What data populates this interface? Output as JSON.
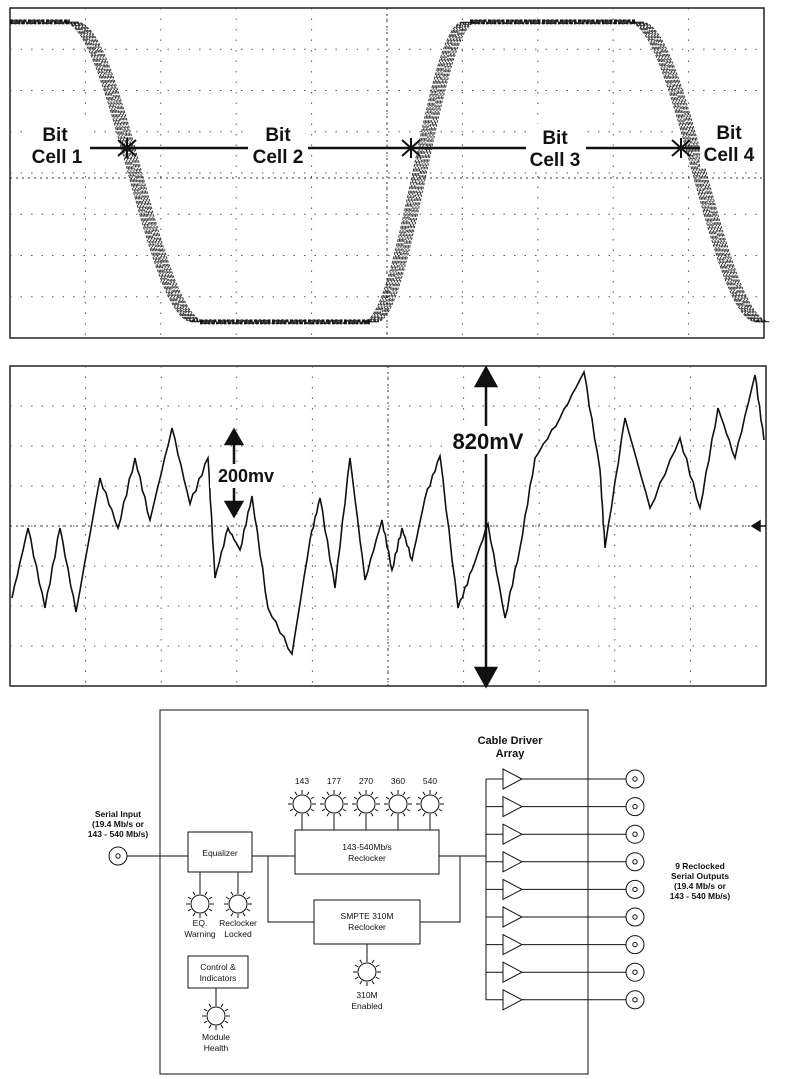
{
  "scope_top": {
    "labels": [
      {
        "line1": "Bit",
        "line2": "Cell 1"
      },
      {
        "line1": "Bit",
        "line2": "Cell 2"
      },
      {
        "line1": "Bit",
        "line2": "Cell 3"
      },
      {
        "line1": "Bit",
        "line2": "Cell 4"
      }
    ]
  },
  "scope_bottom": {
    "small_label": "200mv",
    "large_label": "820mV"
  },
  "block_diagram": {
    "serial_input": [
      "Serial Input",
      "(19.4 Mb/s or",
      "143 - 540 Mb/s)"
    ],
    "equalizer": "Equalizer",
    "reclocker_main": [
      "143-540Mb/s",
      "Reclocker"
    ],
    "smpte": [
      "SMPTE 310M",
      "Reclocker"
    ],
    "control": [
      "Control &",
      "Indicators"
    ],
    "cable_driver": [
      "Cable Driver",
      "Array"
    ],
    "rates": [
      "143",
      "177",
      "270",
      "360",
      "540"
    ],
    "eq_warning": [
      "EQ.",
      "Warning"
    ],
    "reclocker_locked": [
      "Reclocker",
      "Locked"
    ],
    "enabled_310m": [
      "310M",
      "Enabled"
    ],
    "module_health": [
      "Module",
      "Health"
    ],
    "outputs": [
      "9 Reclocked",
      "Serial Outputs",
      "(19.4 Mb/s or",
      "143 - 540 Mb/s)"
    ]
  }
}
